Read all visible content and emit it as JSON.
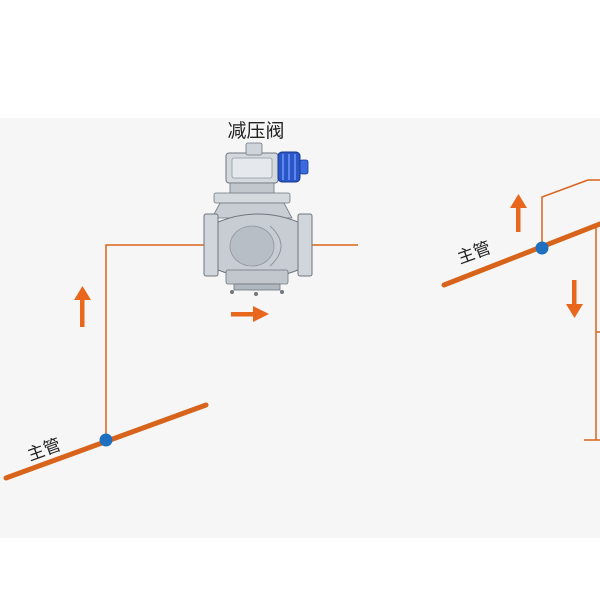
{
  "labels": {
    "valve": "减压阀",
    "main_pipe_left": "主管",
    "main_pipe_right": "主管"
  },
  "colors": {
    "pipe": "#d8641c",
    "thin_line": "#d8641c",
    "arrow": "#e8671d",
    "junction": "#1f6fbf",
    "valve_body": "#c8cdd3",
    "valve_shade": "#8f969e",
    "valve_knob": "#2a56c6",
    "background_band": "#f5f5f5"
  },
  "icons": {
    "flow_arrows": [
      "arrow-up-icon",
      "arrow-right-icon",
      "arrow-up-icon",
      "arrow-down-icon"
    ]
  }
}
